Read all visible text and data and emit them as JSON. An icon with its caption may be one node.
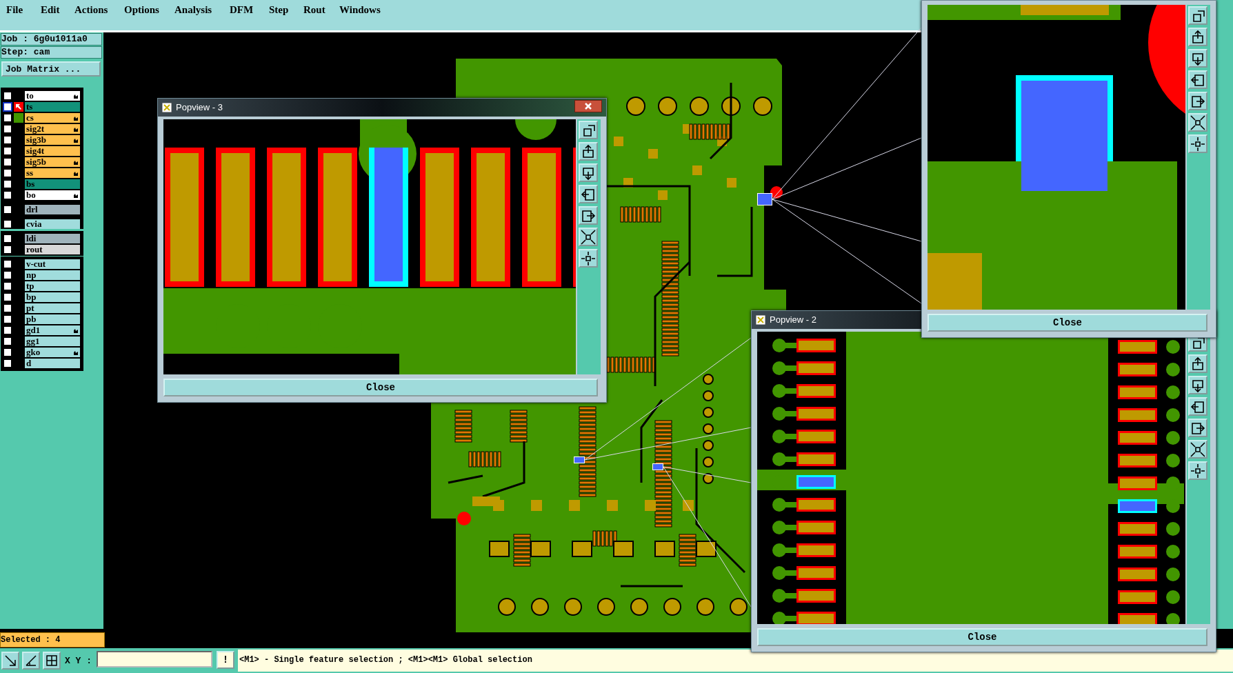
{
  "diagram": {
    "nodes": [
      {
        "text": [
          "Close"
        ]
      },
      {
        "text": [
          "Popview - 3",
          "Close"
        ]
      },
      {
        "text": [
          "Popview - 2",
          "Close"
        ]
      },
      {
        "text": [],
        "shape": "box"
      },
      {
        "text": [],
        "shape": "box"
      },
      {
        "text": [],
        "shape": "box"
      },
      {
        "text": [],
        "shape": "bar"
      }
    ],
    "edges": [
      {
        "from": 3,
        "to": 0,
        "arrow": "none"
      },
      {
        "from": 3,
        "to": 0,
        "arrow": "none"
      },
      {
        "from": 3,
        "to": 0,
        "arrow": "none"
      },
      {
        "from": 3,
        "to": 0,
        "arrow": "none"
      },
      {
        "from": 4,
        "to": 2,
        "arrow": "none"
      },
      {
        "from": 4,
        "to": 2,
        "arrow": "none"
      },
      {
        "from": 5,
        "to": 2,
        "arrow": "none"
      },
      {
        "from": 5,
        "to": 2,
        "arrow": "none"
      }
    ],
    "labels": [
      "File",
      "Edit",
      "Actions",
      "Options",
      "Analysis",
      "DFM",
      "Step",
      "Rout",
      "Windows",
      "Job : 6g0u1011a0",
      "Step: cam",
      "Job Matrix ...",
      "to",
      "ts",
      "cs",
      "sig2t",
      "sig3b",
      "sig4t",
      "sig5b",
      "ss",
      "bs",
      "bo",
      "drl",
      "cvia",
      "ldi",
      "rout",
      "v-cut",
      "np",
      "tp",
      "bp",
      "pt",
      "pb",
      "gd1",
      "gg1",
      "gko",
      "d",
      "Selected : 4",
      "X Y :",
      "!",
      "<M1> - Single feature selection ; <M1><M1> Global selection"
    ]
  }
}
